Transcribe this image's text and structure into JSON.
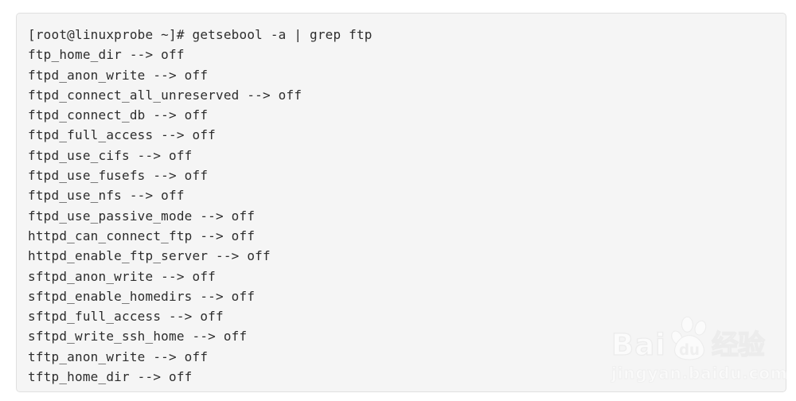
{
  "terminal": {
    "prompt": "[root@linuxprobe ~]#",
    "command": "getsebool -a | grep ftp",
    "lines": [
      "[root@linuxprobe ~]# getsebool -a | grep ftp",
      "ftp_home_dir --> off",
      "ftpd_anon_write --> off",
      "ftpd_connect_all_unreserved --> off",
      "ftpd_connect_db --> off",
      "ftpd_full_access --> off",
      "ftpd_use_cifs --> off",
      "ftpd_use_fusefs --> off",
      "ftpd_use_nfs --> off",
      "ftpd_use_passive_mode --> off",
      "httpd_can_connect_ftp --> off",
      "httpd_enable_ftp_server --> off",
      "sftpd_anon_write --> off",
      "sftpd_enable_homedirs --> off",
      "sftpd_full_access --> off",
      "sftpd_write_ssh_home --> off",
      "tftp_anon_write --> off",
      "tftp_home_dir --> off"
    ],
    "colors": {
      "panel_background": "#f5f5f5",
      "panel_border": "#e0e0e0",
      "text": "#2d2d2d"
    }
  },
  "watermark": {
    "brand_bai": "Bai",
    "brand_du": "du",
    "brand_suffix": "经验",
    "site_url": "jingyan.baidu.com"
  }
}
